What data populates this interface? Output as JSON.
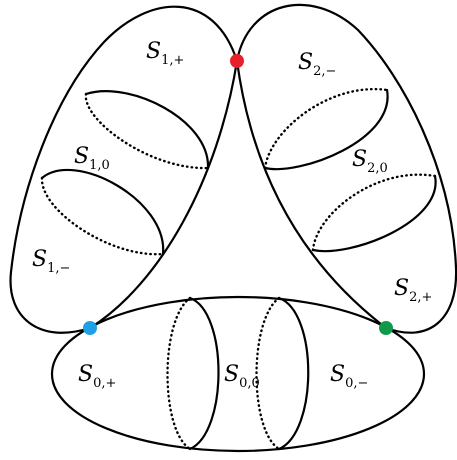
{
  "labels": {
    "s1_plus": {
      "base": "S",
      "sub": "1,+"
    },
    "s1_zero": {
      "base": "S",
      "sub": "1,0"
    },
    "s1_minus": {
      "base": "S",
      "sub": "1,−"
    },
    "s2_minus": {
      "base": "S",
      "sub": "2,−"
    },
    "s2_zero": {
      "base": "S",
      "sub": "2,0"
    },
    "s2_plus": {
      "base": "S",
      "sub": "2,+"
    },
    "s0_plus": {
      "base": "S",
      "sub": "0,+"
    },
    "s0_zero": {
      "base": "S",
      "sub": "0,0"
    },
    "s0_minus": {
      "base": "S",
      "sub": "0,−"
    }
  },
  "points": {
    "top": {
      "color": "#e8202a"
    },
    "left": {
      "color": "#1ea0e6"
    },
    "right": {
      "color": "#0f9a4a"
    }
  }
}
